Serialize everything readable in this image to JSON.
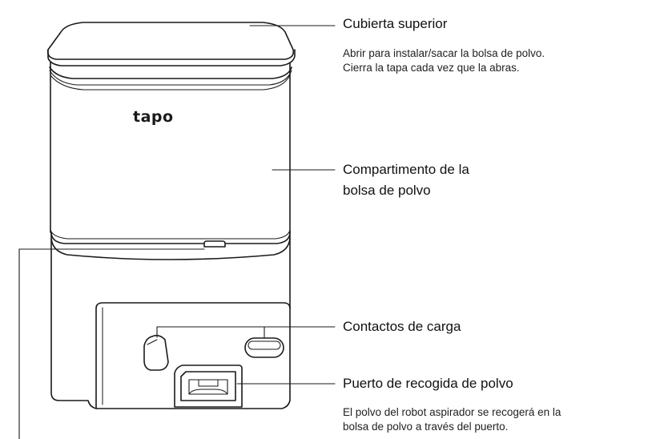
{
  "brand": {
    "logo_text": "tapo"
  },
  "callouts": {
    "top_cover": {
      "title": "Cubierta superior",
      "desc_1": "Abrir para instalar/sacar la bolsa de polvo.",
      "desc_2": "Cierra la tapa cada vez que la abras."
    },
    "dust_bag_compartment": {
      "title_1": "Compartimento de la",
      "title_2": "bolsa de polvo"
    },
    "charging_contacts": {
      "title": "Contactos de carga"
    },
    "dust_port": {
      "title": "Puerto de recogida de polvo",
      "desc_1": "El polvo del robot aspirador se recogerá en la",
      "desc_2": "bolsa de polvo a través del puerto."
    }
  }
}
